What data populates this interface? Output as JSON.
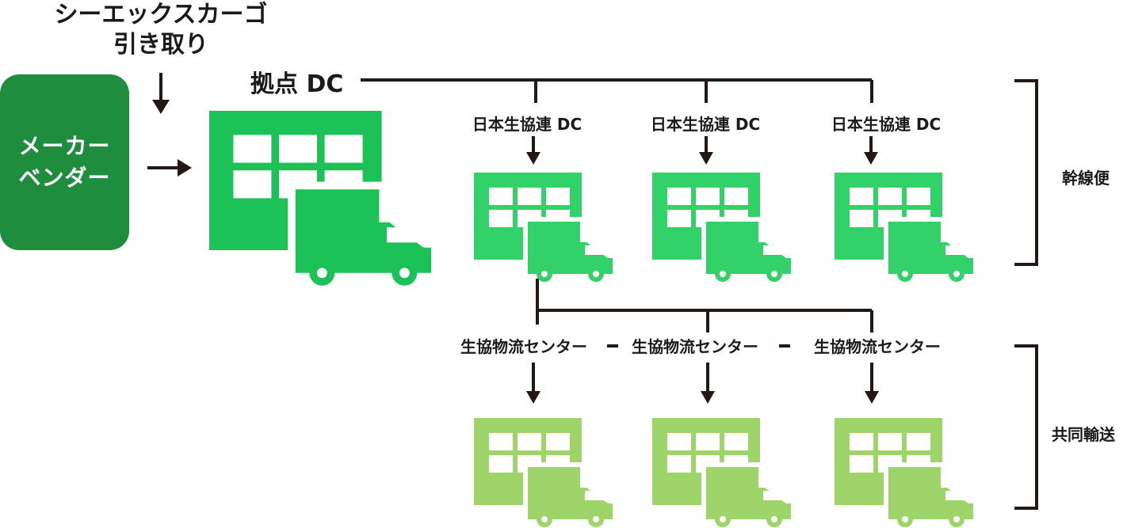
{
  "pickup_label": {
    "line1": "シーエックスカーゴ",
    "line2": "引き取り"
  },
  "vendor": {
    "line1": "メーカー",
    "line2": "ベンダー"
  },
  "hub": {
    "label": "拠点 DC"
  },
  "dc_nodes": [
    {
      "label": "日本生協連 DC"
    },
    {
      "label": "日本生協連 DC"
    },
    {
      "label": "日本生協連 DC"
    }
  ],
  "center_nodes": [
    {
      "label": "生協物流センター"
    },
    {
      "label": "生協物流センター"
    },
    {
      "label": "生協物流センター"
    }
  ],
  "brackets": {
    "trunk": "幹線便",
    "joint": "共同輸送"
  },
  "colors": {
    "vendor": "#1e8e3e",
    "hub": "#1cc158",
    "dc": "#33d16a",
    "center": "#9fd46a",
    "line": "#231815"
  }
}
